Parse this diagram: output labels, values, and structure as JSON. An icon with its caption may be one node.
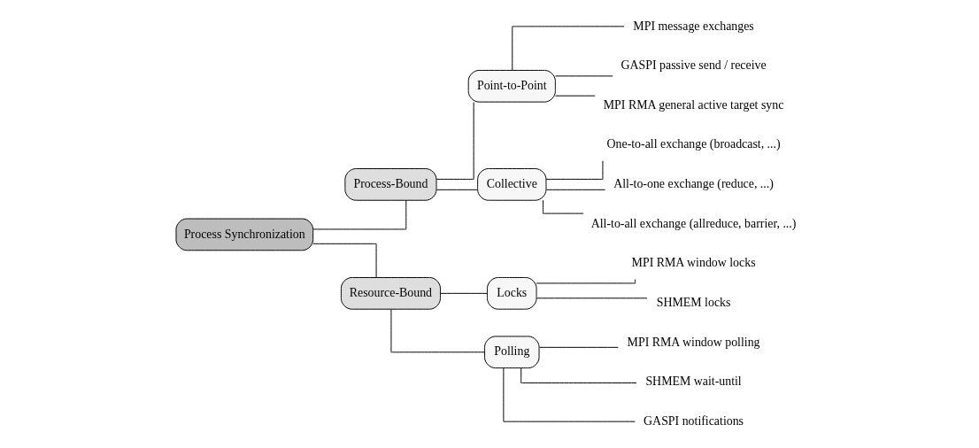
{
  "diagram": {
    "nodes": [
      {
        "text": [
          "Process Synchronization"
        ]
      },
      {
        "text": [
          "Process-Bound"
        ]
      },
      {
        "text": [
          "Point-to-Point"
        ]
      },
      {
        "text": [
          "MPI message exchanges"
        ]
      },
      {
        "text": [
          "GASPI passive send / receive"
        ]
      },
      {
        "text": [
          "MPI RMA general active target sync"
        ]
      },
      {
        "text": [
          "Collective"
        ]
      },
      {
        "text": [
          "One-to-all exchange (broadcast, ...)"
        ]
      },
      {
        "text": [
          "All-to-one exchange (reduce, ...)"
        ]
      },
      {
        "text": [
          "All-to-all exchange (allreduce, barrier, ...)"
        ]
      },
      {
        "text": [
          "Resource-Bound"
        ]
      },
      {
        "text": [
          "Locks"
        ]
      },
      {
        "text": [
          "MPI RMA window locks"
        ]
      },
      {
        "text": [
          "SHMEM locks"
        ]
      },
      {
        "text": [
          "Polling"
        ]
      },
      {
        "text": [
          "MPI RMA window polling"
        ]
      },
      {
        "text": [
          "SHMEM wait-until"
        ]
      },
      {
        "text": [
          "GASPI notifications"
        ]
      }
    ],
    "edges": [
      {
        "from": 0,
        "to": 1,
        "arrow": "none"
      },
      {
        "from": 1,
        "to": 2,
        "arrow": "none"
      },
      {
        "from": 2,
        "to": 3,
        "arrow": "none"
      },
      {
        "from": 2,
        "to": 4,
        "arrow": "none"
      },
      {
        "from": 2,
        "to": 5,
        "arrow": "none"
      },
      {
        "from": 1,
        "to": 6,
        "arrow": "none"
      },
      {
        "from": 6,
        "to": 7,
        "arrow": "none"
      },
      {
        "from": 6,
        "to": 8,
        "arrow": "none"
      },
      {
        "from": 6,
        "to": 9,
        "arrow": "none"
      },
      {
        "from": 0,
        "to": 10,
        "arrow": "none"
      },
      {
        "from": 10,
        "to": 11,
        "arrow": "none"
      },
      {
        "from": 11,
        "to": 12,
        "arrow": "none"
      },
      {
        "from": 11,
        "to": 13,
        "arrow": "none"
      },
      {
        "from": 10,
        "to": 14,
        "arrow": "none"
      },
      {
        "from": 14,
        "to": 15,
        "arrow": "none"
      },
      {
        "from": 14,
        "to": 16,
        "arrow": "none"
      },
      {
        "from": 14,
        "to": 17,
        "arrow": "none"
      }
    ]
  }
}
